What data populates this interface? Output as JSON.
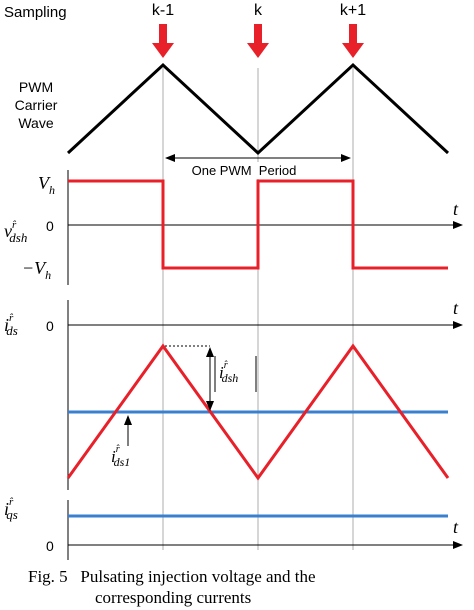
{
  "top": {
    "sampling_label": "Sampling",
    "markers": [
      "k-1",
      "k",
      "k+1"
    ]
  },
  "carrier": {
    "label_lines": [
      "PWM",
      "Carrier",
      "Wave"
    ],
    "period_label": "One PWM  Period"
  },
  "voltage": {
    "var_base": "v",
    "var_hat": "r̂",
    "var_sub": "dsh",
    "high_label_base": "V",
    "high_label_sub": "h",
    "zero_label": "0",
    "low_label_base": "−V",
    "low_label_sub": "h",
    "t_label": "t"
  },
  "d_current": {
    "var_base": "i",
    "var_hat": "r̂",
    "var_sub": "ds",
    "zero_label": "0",
    "t_label": "t",
    "amp_base": "i",
    "amp_hat": "r̂",
    "amp_sub": "dsh",
    "dc_base": "i",
    "dc_hat": "r̂",
    "dc_sub": "ds1"
  },
  "q_current": {
    "var_base": "i",
    "var_hat": "r̂",
    "var_sub": "qs",
    "zero_label": "0",
    "t_label": "t"
  },
  "caption": {
    "line1": "Fig. 5   Pulsating injection voltage and the",
    "line2": "corresponding currents"
  },
  "colors": {
    "red": "#e8202a",
    "blue": "#3a7fd0",
    "black": "#000000",
    "guide": "#9a9a9a"
  }
}
